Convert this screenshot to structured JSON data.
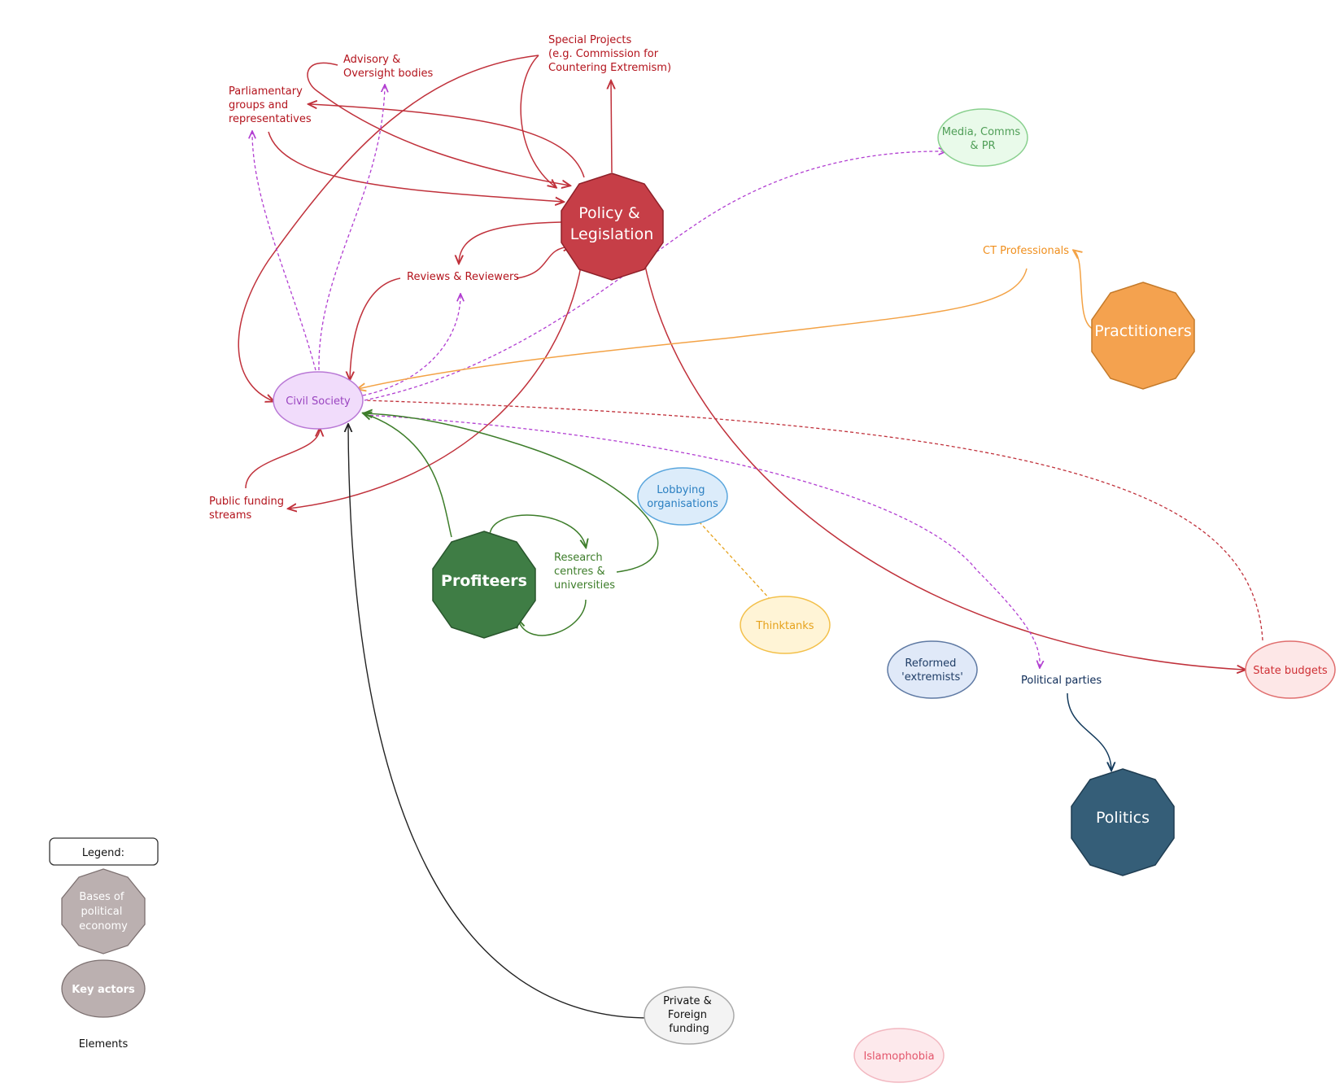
{
  "colors": {
    "policy": "#c63e47",
    "profiteers": "#3f7d45",
    "practitioners": "#f4a24f",
    "politics": "#355e78",
    "legend_grey": "#bbb0b0",
    "red_text": "#b3131c",
    "green_text": "#3d7d2a",
    "purple": "#b13dd1",
    "orange_line": "#f3a245",
    "navy": "#0d2b57"
  },
  "hubs": {
    "policy": [
      "Policy &",
      "Legislation"
    ],
    "practitioners": [
      "Practitioners"
    ],
    "profiteers": [
      "Profiteers"
    ],
    "politics": [
      "Politics"
    ]
  },
  "actors": {
    "civil_society": [
      "Civil Society"
    ],
    "media": [
      "Media, Comms",
      "& PR"
    ],
    "lobbying": [
      "Lobbying",
      "organisations"
    ],
    "thinktanks": [
      "Thinktanks"
    ],
    "reformed": [
      "Reformed",
      "'extremists'"
    ],
    "state_budgets": [
      "State budgets"
    ],
    "private_funding": [
      "Private &",
      "Foreign",
      "funding"
    ],
    "islamophobia": [
      "Islamophobia"
    ]
  },
  "labels": {
    "parliamentary": [
      "Parliamentary",
      "groups and",
      "representatives"
    ],
    "advisory": [
      "Advisory &",
      "Oversight bodies"
    ],
    "special_projects": [
      "Special Projects",
      "(e.g. Commission for",
      "Countering Extremism)"
    ],
    "reviews": [
      "Reviews & Reviewers"
    ],
    "ct_professionals": [
      "CT Professionals"
    ],
    "public_funding": [
      "Public funding",
      "streams"
    ],
    "research_centres": [
      "Research",
      "centres &",
      "universities"
    ],
    "political_parties": [
      "Political parties"
    ]
  },
  "legend": {
    "title": "Legend:",
    "bases": [
      "Bases of",
      "political",
      "economy"
    ],
    "actors": [
      "Key actors"
    ],
    "footer": "Elements"
  }
}
